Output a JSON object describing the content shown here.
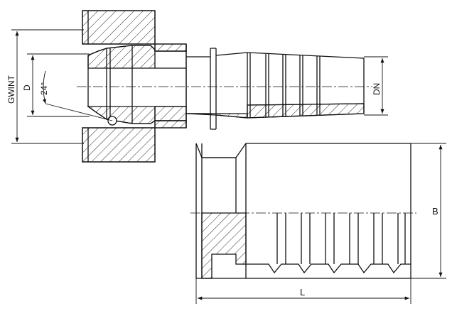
{
  "labels": {
    "gwint": "GWINT",
    "d": "D",
    "angle": "24°",
    "dn": "DN",
    "b": "B",
    "l": "L"
  },
  "colors": {
    "line": "#111111",
    "background": "#ffffff"
  }
}
